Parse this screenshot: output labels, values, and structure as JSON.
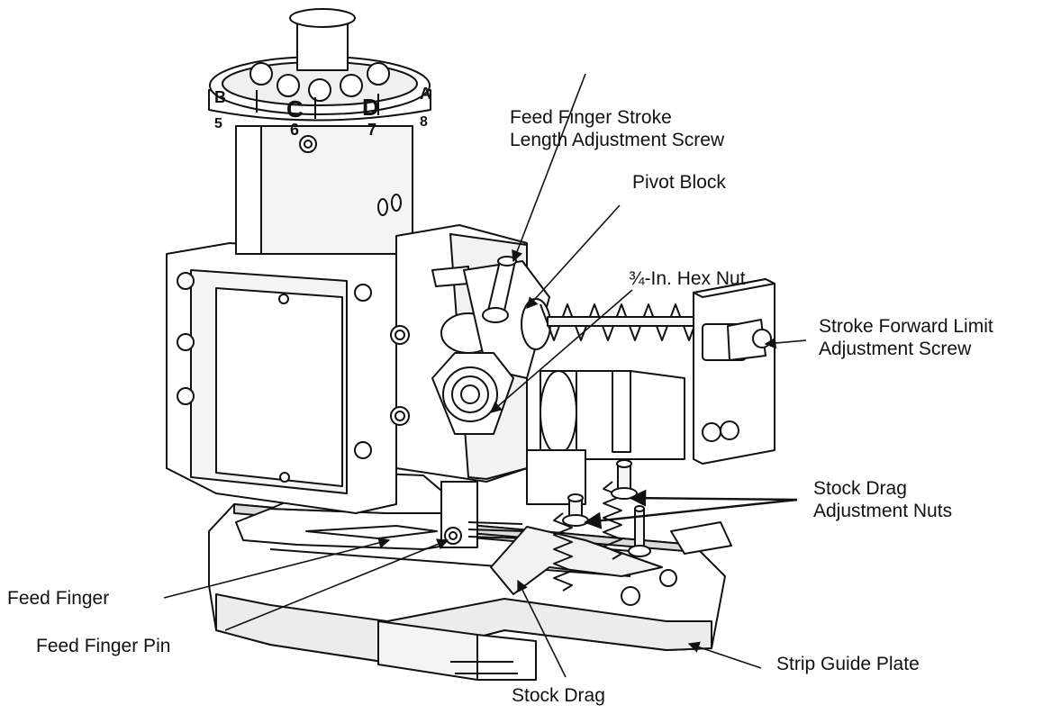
{
  "labels": {
    "feed_finger_stroke_line1": "Feed Finger Stroke",
    "feed_finger_stroke_line2": "Length Adjustment Screw",
    "pivot_block": "Pivot Block",
    "hex_nut": "¾-In. Hex Nut",
    "stroke_forward_line1": "Stroke Forward Limit",
    "stroke_forward_line2": "Adjustment Screw",
    "stock_drag_nuts_line1": "Stock Drag",
    "stock_drag_nuts_line2": "Adjustment Nuts",
    "feed_finger": "Feed Finger",
    "feed_finger_pin": "Feed Finger Pin",
    "stock_drag": "Stock Drag",
    "strip_guide_plate": "Strip Guide Plate"
  },
  "dial": {
    "letters": [
      "B",
      "C",
      "D",
      "A"
    ],
    "numbers": [
      "5",
      "6",
      "7",
      "8"
    ]
  },
  "colors": {
    "line": "#111111",
    "fill": "#ffffff",
    "shade": "#e6e6e6"
  }
}
